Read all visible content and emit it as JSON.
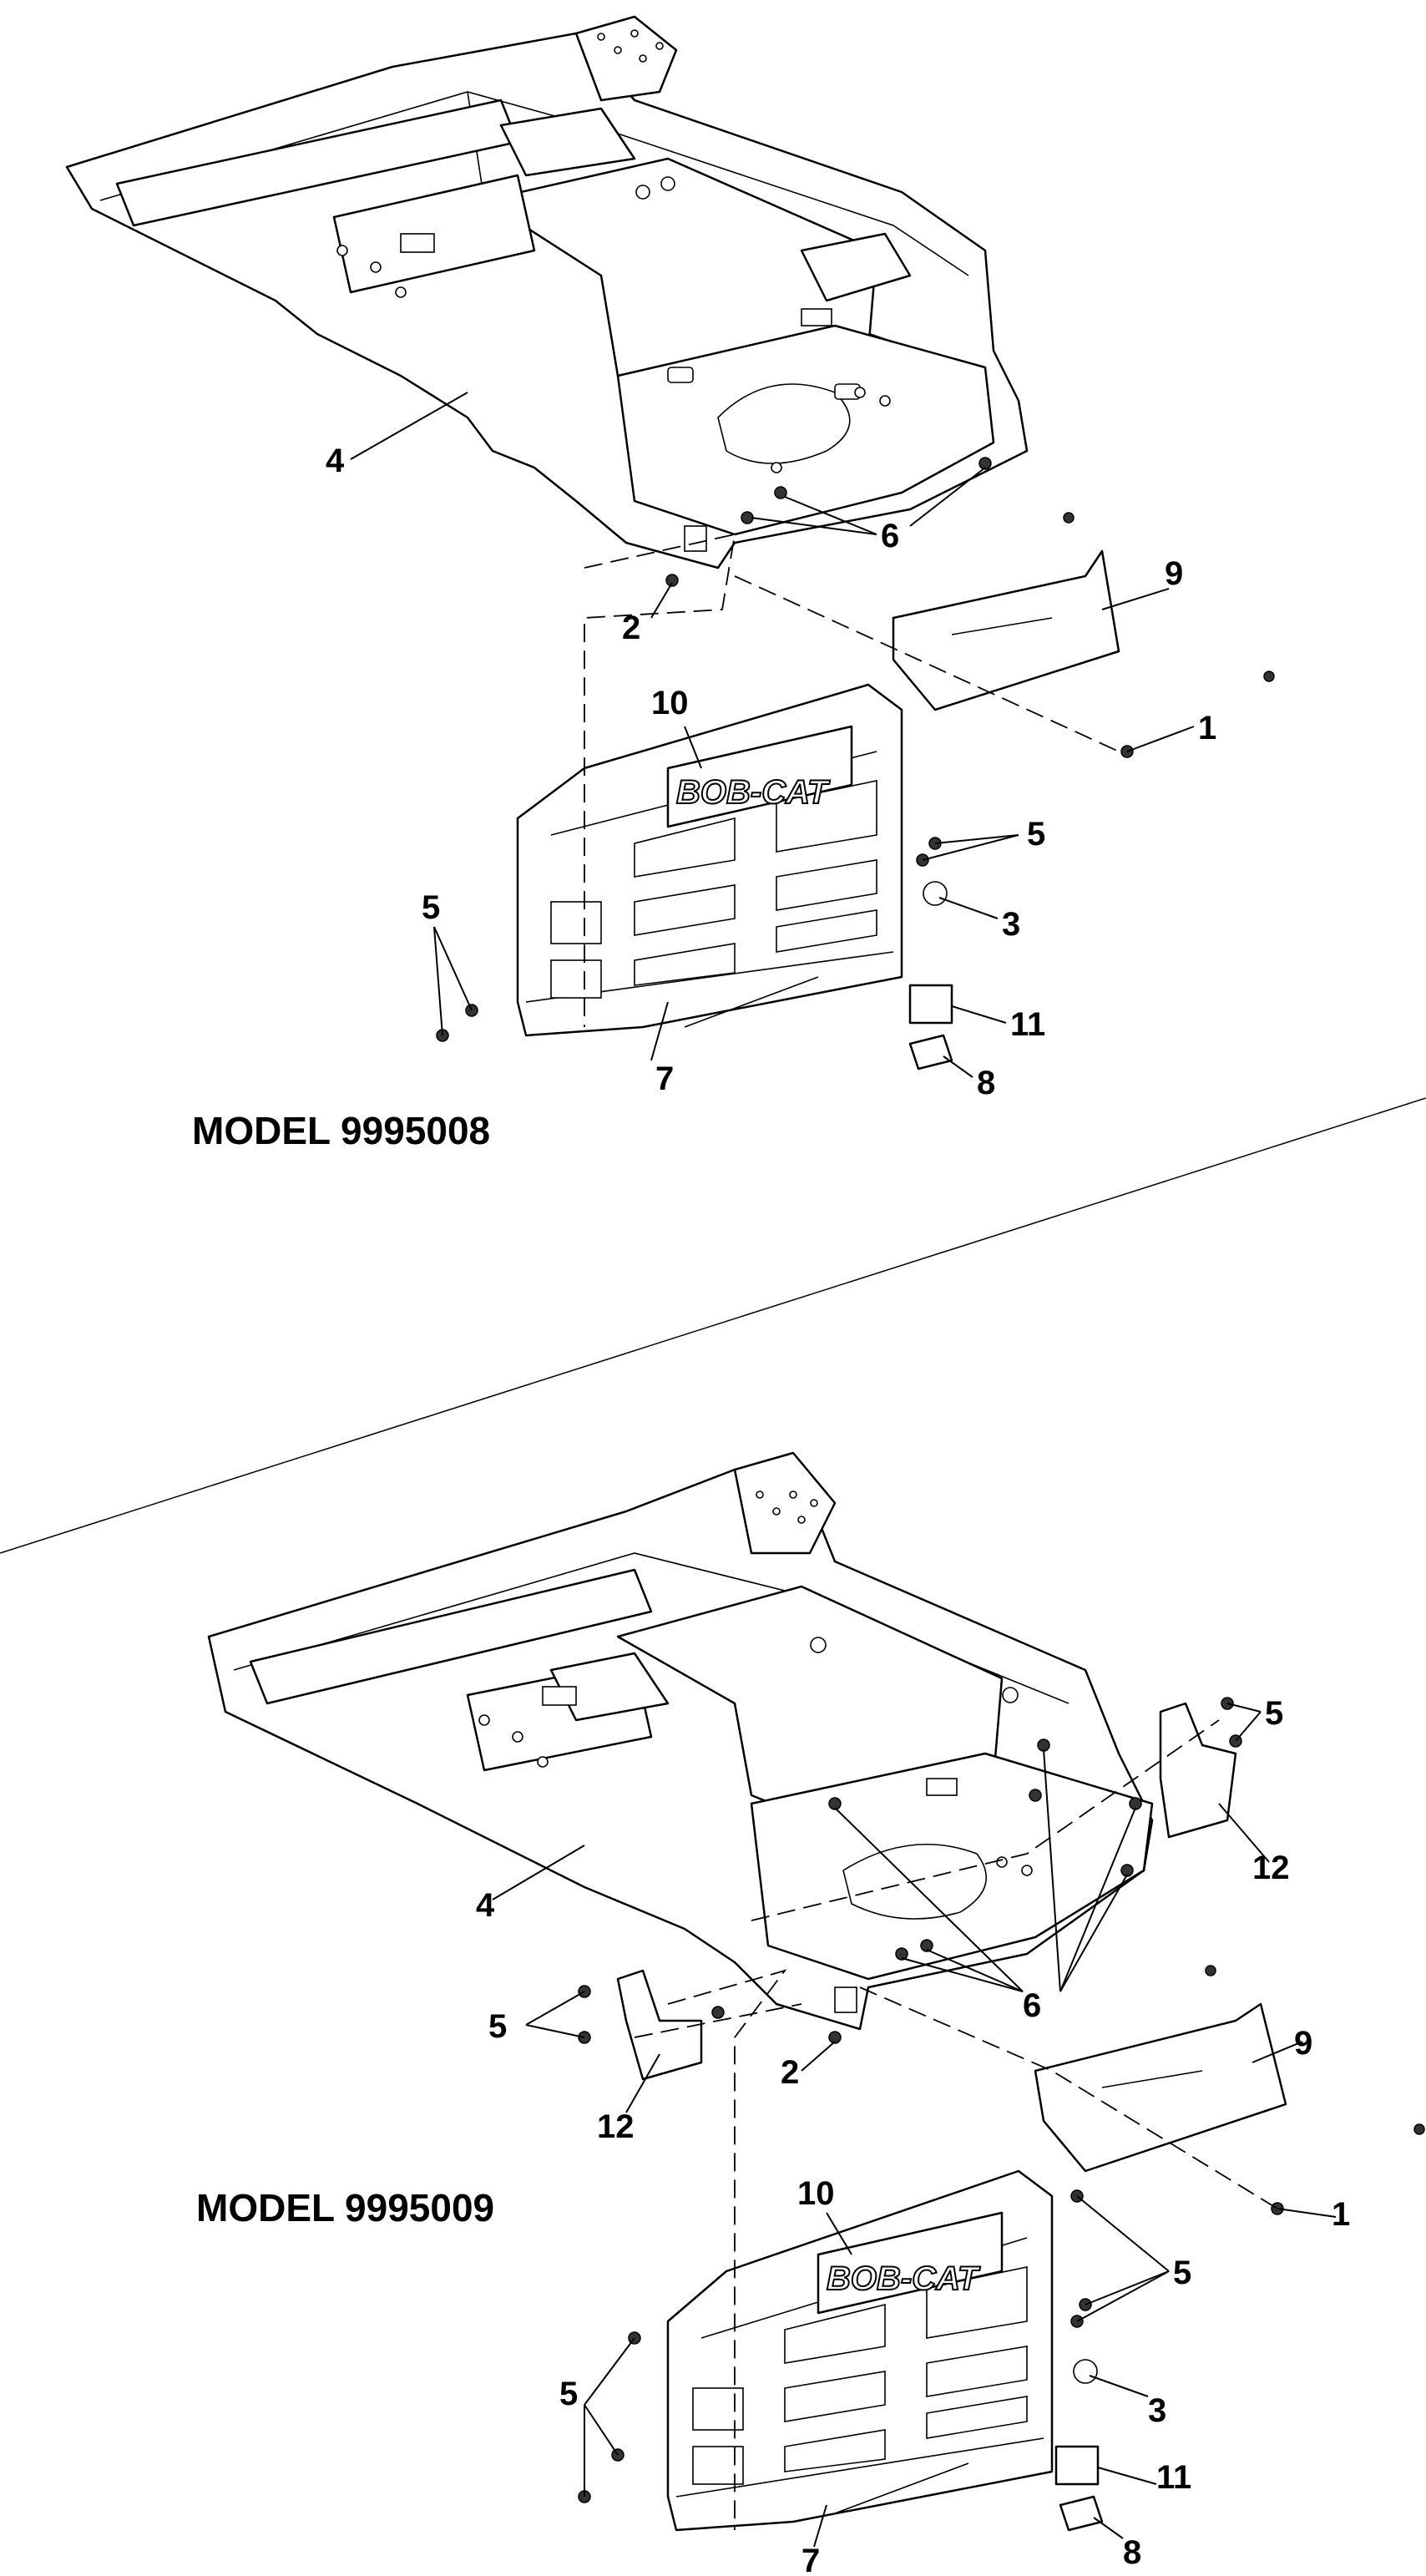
{
  "diagram_top": {
    "model_label": "MODEL 9995008",
    "logo_text": "BOB-CAT",
    "callouts": [
      "1",
      "2",
      "3",
      "4",
      "5",
      "5",
      "6",
      "7",
      "8",
      "9",
      "10",
      "11"
    ]
  },
  "diagram_bottom": {
    "model_label": "MODEL 9995009",
    "logo_text": "BOB-CAT",
    "callouts": [
      "1",
      "2",
      "3",
      "4",
      "5",
      "5",
      "5",
      "5",
      "6",
      "7",
      "8",
      "9",
      "10",
      "11",
      "12",
      "12"
    ]
  }
}
